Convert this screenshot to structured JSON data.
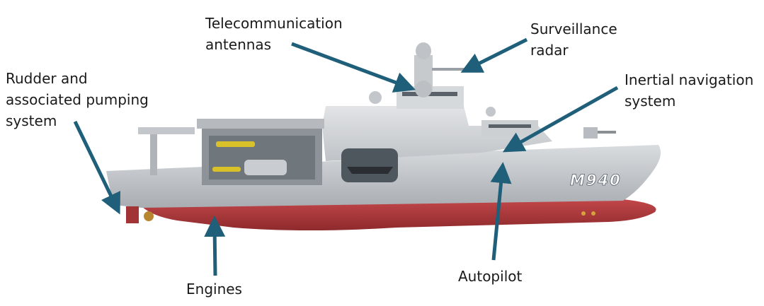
{
  "labels": {
    "telecom": [
      "Telecommunication",
      "antennas"
    ],
    "surveillance": [
      "Surveillance",
      "radar"
    ],
    "inertial": [
      "Inertial navigation",
      "system"
    ],
    "rudder": [
      "Rudder and",
      "associated pumping",
      "system"
    ],
    "engines": [
      "Engines"
    ],
    "autopilot": [
      "Autopilot"
    ]
  },
  "hull_marking": "M940",
  "colors": {
    "arrow": "#1f5f7a",
    "hull_upper": "#c9ccd0",
    "hull_lower": "#b2383a",
    "superstructure": "#d3d6d9"
  }
}
